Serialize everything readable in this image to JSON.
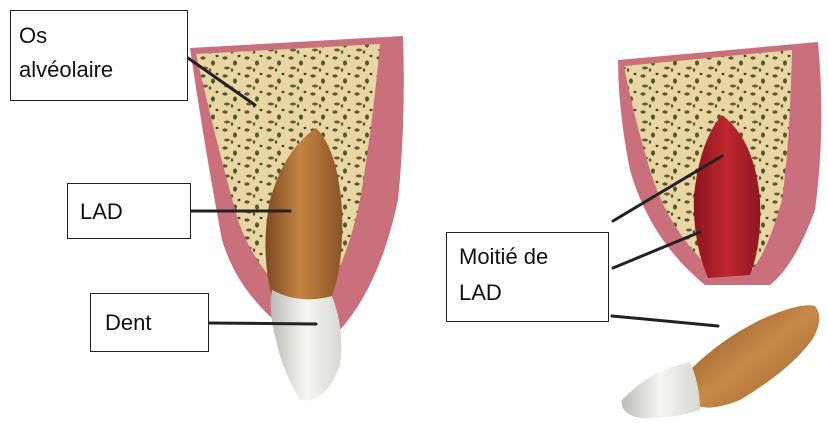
{
  "labels": {
    "os_alveolaire": {
      "line1": "Os",
      "line2": "alvéolaire"
    },
    "lad": "LAD",
    "dent": "Dent",
    "moitie_de_lad": {
      "line1": "Moitié de",
      "line2": "LAD"
    }
  },
  "colors": {
    "bone": "#e9d6a4",
    "bone_pore": "#5a5330",
    "gum": "#c9707c",
    "socket_red": "#b11e2a",
    "root_brown": "#b8773e",
    "crown_white": "#eeeeea",
    "leader_line": "#222222"
  }
}
